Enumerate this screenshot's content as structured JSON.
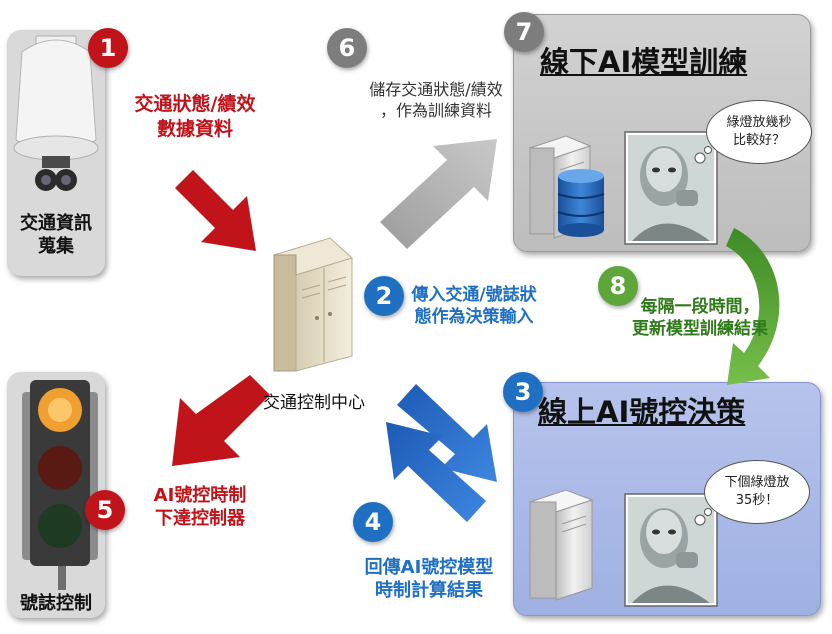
{
  "steps": {
    "s1": {
      "number": "1",
      "text_line1": "交通狀態/績效",
      "text_line2": "數據資料"
    },
    "s2": {
      "number": "2",
      "text_line1": "傳入交通/號誌狀",
      "text_line2": "態作為決策輸入"
    },
    "s3": {
      "number": "3",
      "title": "線上AI號控決策"
    },
    "s4": {
      "number": "4",
      "text_line1": "回傳AI號控模型",
      "text_line2": "時制計算結果"
    },
    "s5": {
      "number": "5",
      "text_line1": "AI號控時制",
      "text_line2": "下達控制器"
    },
    "s6": {
      "number": "6",
      "text_line1": "儲存交通狀態/績效",
      "text_line2": "，作為訓練資料"
    },
    "s7": {
      "number": "7",
      "title": "線下AI模型訓練"
    },
    "s8": {
      "number": "8",
      "text_line1": "每隔一段時間，",
      "text_line2": "更新模型訓練結果"
    }
  },
  "labels": {
    "camera_line1": "交通資訊",
    "camera_line2": "蒐集",
    "signal": "號誌控制",
    "center": "交通控制中心"
  },
  "bubbles": {
    "offline_line1": "綠燈放幾秒",
    "offline_line2": "比較好？",
    "online_line1": "下個綠燈放",
    "online_line2": "35秒！"
  },
  "icons": {
    "camera": "security-camera-icon",
    "traffic_light": "traffic-light-icon",
    "control_center": "server-cabinet-icon",
    "server": "server-icon",
    "database": "database-icon",
    "robot": "robot-icon"
  },
  "colors": {
    "red": "#c0141a",
    "grey": "#7d7d7d",
    "blue": "#1f6fc3",
    "green": "#5ea63a",
    "offline_panel": "#c8c8c8",
    "online_panel": "#aab8e6"
  }
}
